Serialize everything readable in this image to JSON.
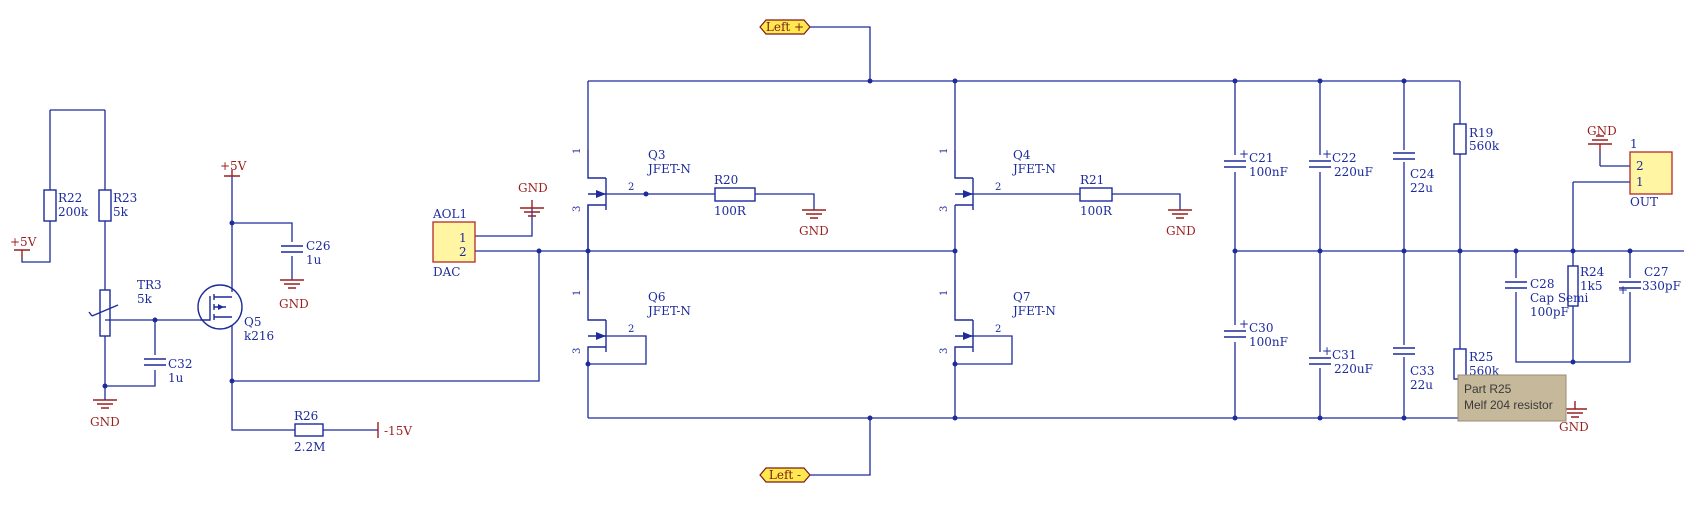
{
  "ports": {
    "left_plus": "Left +",
    "left_minus": "Left -"
  },
  "power": {
    "p5v_a": "+5V",
    "p5v_b": "+5V",
    "m15v": "-15V"
  },
  "gnd_label": "GND",
  "connectors": {
    "aol1": {
      "ref": "AOL1",
      "name": "DAC",
      "pin1": "1",
      "pin2": "2"
    },
    "out": {
      "ref": "1",
      "name": "OUT",
      "pin1": "1",
      "pin2": "2"
    }
  },
  "parts": {
    "R22": {
      "ref": "R22",
      "value": "200k"
    },
    "R23": {
      "ref": "R23",
      "value": "5k"
    },
    "TR3": {
      "ref": "TR3",
      "value": "5k"
    },
    "C32": {
      "ref": "C32",
      "value": "1u"
    },
    "Q5": {
      "ref": "Q5",
      "value": "k216"
    },
    "C26": {
      "ref": "C26",
      "value": "1u"
    },
    "R26": {
      "ref": "R26",
      "value": "2.2M"
    },
    "Q3": {
      "ref": "Q3",
      "value": "JFET-N"
    },
    "Q4": {
      "ref": "Q4",
      "value": "JFET-N"
    },
    "Q6": {
      "ref": "Q6",
      "value": "JFET-N"
    },
    "Q7": {
      "ref": "Q7",
      "value": "JFET-N"
    },
    "R20": {
      "ref": "R20",
      "value": "100R"
    },
    "R21": {
      "ref": "R21",
      "value": "100R"
    },
    "C21": {
      "ref": "C21",
      "value": "100nF"
    },
    "C22": {
      "ref": "C22",
      "value": "220uF"
    },
    "C24": {
      "ref": "C24",
      "value": "22u"
    },
    "R19": {
      "ref": "R19",
      "value": "560k"
    },
    "C30": {
      "ref": "C30",
      "value": "100nF"
    },
    "C31": {
      "ref": "C31",
      "value": "220uF"
    },
    "C33": {
      "ref": "C33",
      "value": "22u"
    },
    "R25": {
      "ref": "R25",
      "value": "560k"
    },
    "C28": {
      "ref": "C28",
      "value": "Cap Semi",
      "value2": "100pF"
    },
    "R24": {
      "ref": "R24",
      "value": "1k5"
    },
    "C27": {
      "ref": "C27",
      "value": "330pF"
    }
  },
  "pin_numbers": {
    "one": "1",
    "two": "2",
    "three": "3"
  },
  "tooltip": {
    "line1": "Part R25",
    "line2": "Melf 204 resistor"
  },
  "colors": {
    "wire": "#1d2b9c",
    "power": "#9a1e1e",
    "port_fill": "#ffe94e",
    "tooltip_bg": "#c6b89a"
  }
}
